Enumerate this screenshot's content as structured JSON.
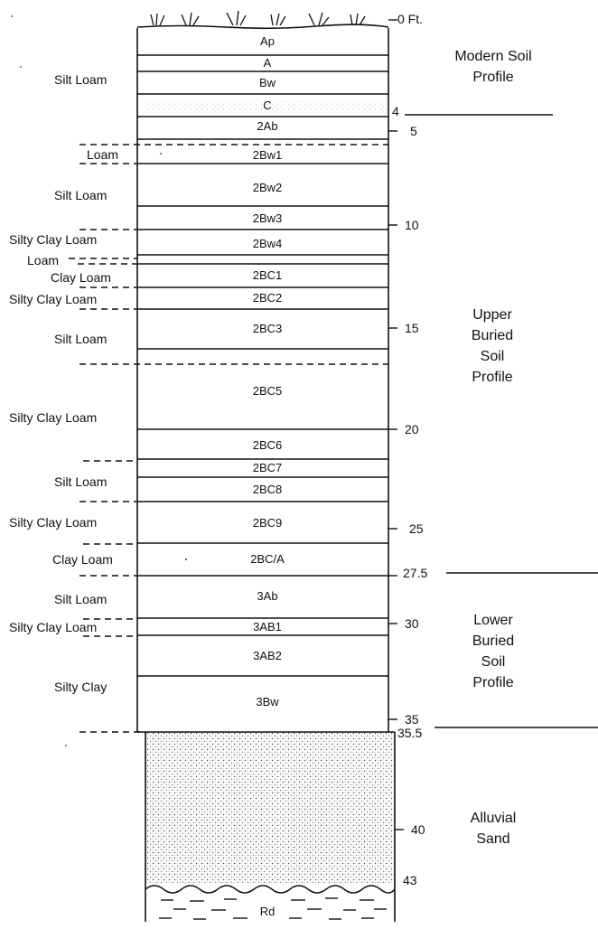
{
  "depth_unit": "Ft.",
  "depth_ticks": [
    "0 Ft.",
    "4",
    "5",
    "10",
    "15",
    "20",
    "25",
    "27.5",
    "30",
    "35",
    "35.5",
    "40",
    "43"
  ],
  "horizons": [
    "Ap",
    "A",
    "Bw",
    "C",
    "2Ab",
    "2Bw1",
    "2Bw2",
    "2Bw3",
    "2Bw4",
    "2BC1",
    "2BC2",
    "2BC3",
    "2BC5",
    "2BC6",
    "2BC7",
    "2BC8",
    "2BC9",
    "2BC/A",
    "3Ab",
    "3AB1",
    "3AB2",
    "3Bw",
    "Rd"
  ],
  "textures": [
    "Silt Loam",
    "Loam",
    "Silt Loam",
    "Silty Clay Loam",
    "Loam",
    "Clay Loam",
    "Silty Clay Loam",
    "Silt Loam",
    "Silty Clay Loam",
    "Silt Loam",
    "Silty Clay Loam",
    "Clay Loam",
    "Silt Loam",
    "Silty Clay Loam",
    "Silty Clay"
  ],
  "profiles": [
    {
      "lines": [
        "Modern Soil",
        "Profile"
      ]
    },
    {
      "lines": [
        "Upper",
        "Buried",
        "Soil",
        "Profile"
      ]
    },
    {
      "lines": [
        "Lower",
        "Buried",
        "Soil",
        "Profile"
      ]
    },
    {
      "lines": [
        "Alluvial",
        "Sand"
      ]
    }
  ]
}
